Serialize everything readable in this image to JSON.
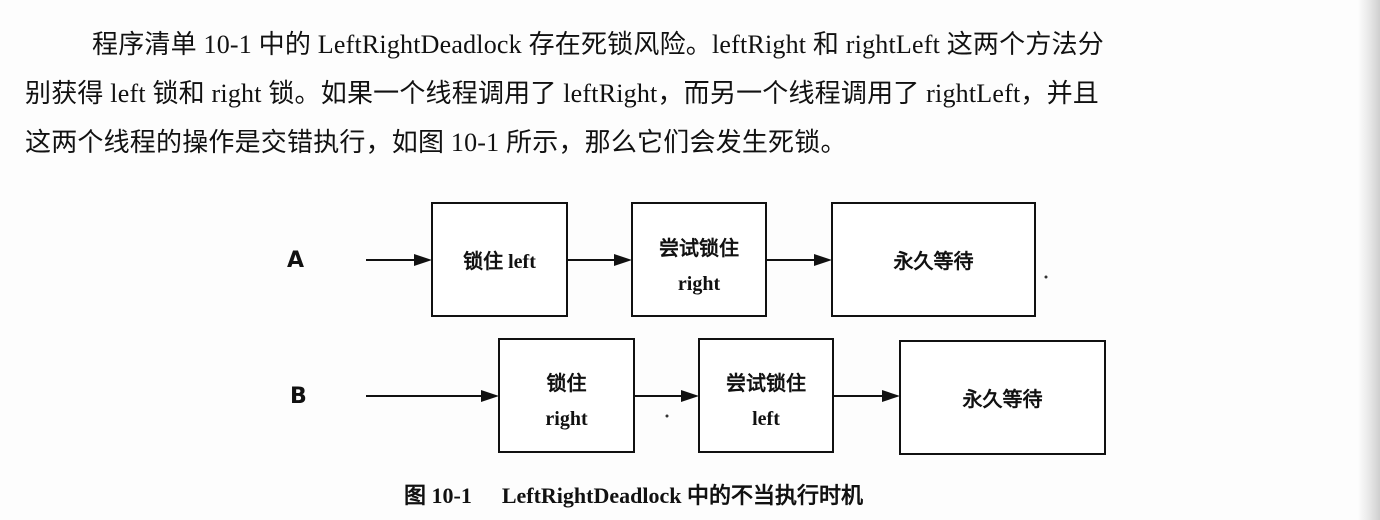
{
  "paragraph": {
    "lines": [
      "程序清单 10-1 中的 LeftRightDeadlock 存在死锁风险。leftRight 和 rightLeft 这两个方法分",
      "别获得 left 锁和 right 锁。如果一个线程调用了 leftRight，而另一个线程调用了 rightLeft，并且",
      "这两个线程的操作是交错执行，如图 10-1 所示，那么它们会发生死锁。"
    ]
  },
  "diagram": {
    "rows": [
      {
        "label": "A",
        "steps": [
          {
            "lines": [
              "锁住 left"
            ]
          },
          {
            "lines": [
              "尝试锁住",
              "right"
            ]
          },
          {
            "lines": [
              "永久等待"
            ]
          }
        ]
      },
      {
        "label": "B",
        "steps": [
          {
            "lines": [
              "锁住",
              "right"
            ]
          },
          {
            "lines": [
              "尝试锁住",
              "left"
            ]
          },
          {
            "lines": [
              "永久等待"
            ]
          }
        ]
      }
    ]
  },
  "caption": {
    "number": "图 10-1",
    "text": "LeftRightDeadlock 中的不当执行时机"
  }
}
